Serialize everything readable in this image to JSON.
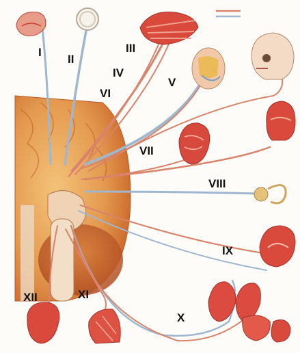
{
  "diagram": {
    "nerve_labels": [
      {
        "id": "I",
        "text": "I"
      },
      {
        "id": "II",
        "text": "II"
      },
      {
        "id": "III",
        "text": "III"
      },
      {
        "id": "IV",
        "text": "IV"
      },
      {
        "id": "V",
        "text": "V"
      },
      {
        "id": "VI",
        "text": "VI"
      },
      {
        "id": "VII",
        "text": "VII"
      },
      {
        "id": "VIII",
        "text": "VIII"
      },
      {
        "id": "IX",
        "text": "IX"
      },
      {
        "id": "X",
        "text": "X"
      },
      {
        "id": "XI",
        "text": "XI"
      },
      {
        "id": "XII",
        "text": "XII"
      }
    ],
    "legend": {
      "motor_color": "#d9836b",
      "sensory_color": "#9fb6cf"
    },
    "colors": {
      "brain": "#e6a25a",
      "brain_dark": "#c96a2c",
      "tissue_red": "#d5443a",
      "tissue_pink": "#e89c8a",
      "background": "#fdfcf8"
    }
  }
}
